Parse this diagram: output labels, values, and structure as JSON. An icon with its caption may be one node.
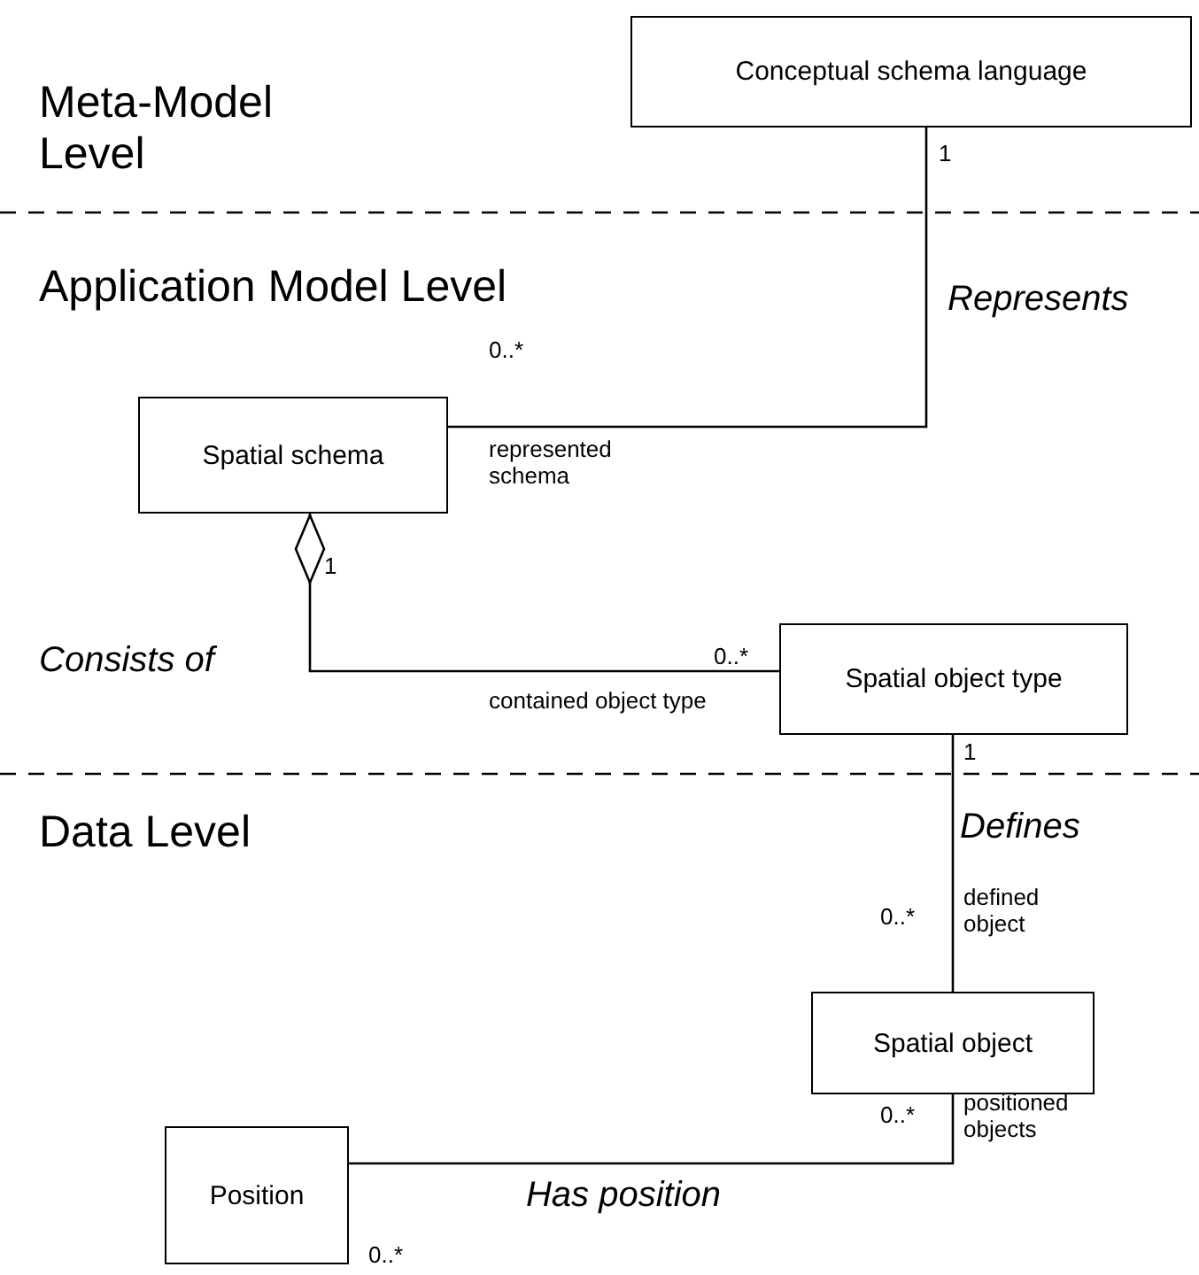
{
  "diagram": {
    "nodes": [
      {
        "text": [
          "Conceptual schema language"
        ]
      },
      {
        "text": [
          "Spatial schema"
        ]
      },
      {
        "text": [
          "Spatial object type"
        ]
      },
      {
        "text": [
          "Spatial object"
        ]
      },
      {
        "text": [
          "Position"
        ]
      }
    ],
    "edges": [
      {
        "from": 1,
        "to": 0,
        "arrow": "none",
        "label": "Represents"
      },
      {
        "from": 1,
        "to": 2,
        "arrow": "other",
        "label": "Consists of"
      },
      {
        "from": 2,
        "to": 3,
        "arrow": "none",
        "label": "Defines"
      },
      {
        "from": 3,
        "to": 4,
        "arrow": "none",
        "label": "Has position"
      }
    ],
    "labels": [
      "Meta-Model Level",
      "1",
      "Application Model Level",
      "0..*",
      "represented schema",
      "1",
      "0..*",
      "contained object type",
      "1",
      "Data Level",
      "defined object",
      "0..*",
      "positioned objects",
      "0..*",
      "0..*"
    ]
  }
}
